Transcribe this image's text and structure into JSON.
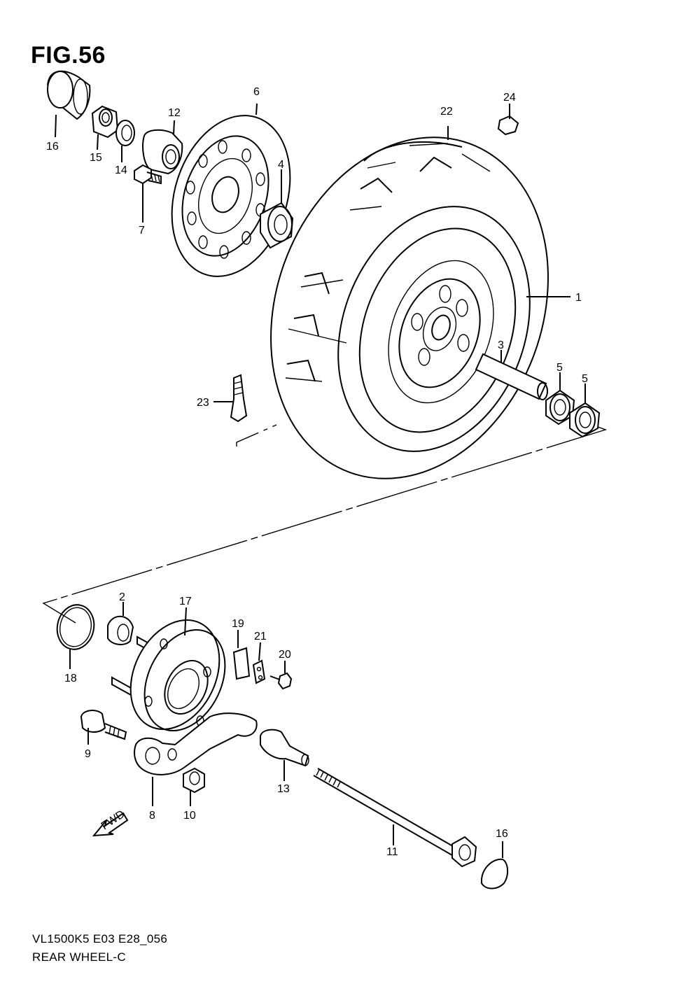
{
  "figure": {
    "title": "FIG.56",
    "code": "VL1500K5 E03 E28_056",
    "name": "REAR WHEEL-C",
    "fwd_label": "FWD"
  },
  "callouts": [
    {
      "id": "c1",
      "text": "1"
    },
    {
      "id": "c2",
      "text": "2"
    },
    {
      "id": "c3",
      "text": "3"
    },
    {
      "id": "c4",
      "text": "4"
    },
    {
      "id": "c5a",
      "text": "5"
    },
    {
      "id": "c5b",
      "text": "5"
    },
    {
      "id": "c6",
      "text": "6"
    },
    {
      "id": "c7",
      "text": "7"
    },
    {
      "id": "c8",
      "text": "8"
    },
    {
      "id": "c9",
      "text": "9"
    },
    {
      "id": "c10",
      "text": "10"
    },
    {
      "id": "c11",
      "text": "11"
    },
    {
      "id": "c12",
      "text": "12"
    },
    {
      "id": "c13",
      "text": "13"
    },
    {
      "id": "c14",
      "text": "14"
    },
    {
      "id": "c15",
      "text": "15"
    },
    {
      "id": "c16a",
      "text": "16"
    },
    {
      "id": "c16b",
      "text": "16"
    },
    {
      "id": "c17",
      "text": "17"
    },
    {
      "id": "c18",
      "text": "18"
    },
    {
      "id": "c19",
      "text": "19"
    },
    {
      "id": "c20",
      "text": "20"
    },
    {
      "id": "c21",
      "text": "21"
    },
    {
      "id": "c22",
      "text": "22"
    },
    {
      "id": "c23",
      "text": "23"
    },
    {
      "id": "c24",
      "text": "24"
    }
  ]
}
